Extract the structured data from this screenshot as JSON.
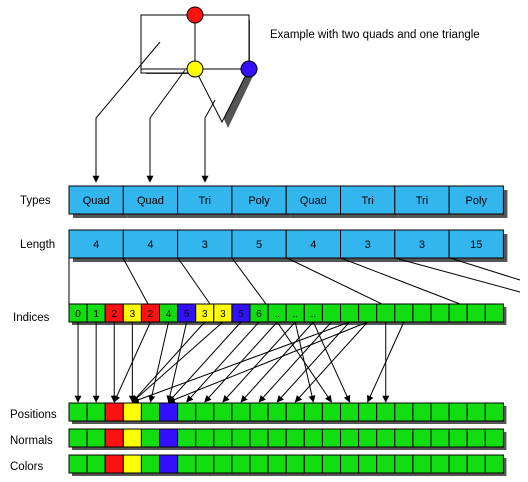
{
  "caption": "Example with two quads and one triangle",
  "labels": {
    "types": "Types",
    "length": "Length",
    "indices": "Indices",
    "positions": "Positions",
    "normals": "Normals",
    "colors": "Colors"
  },
  "types": [
    "Quad",
    "Quad",
    "Tri",
    "Poly",
    "Quad",
    "Tri",
    "Tri",
    "Poly"
  ],
  "lengths": [
    "4",
    "4",
    "3",
    "5",
    "4",
    "3",
    "3",
    "15"
  ],
  "indices": [
    {
      "text": "0",
      "color": "green"
    },
    {
      "text": "1",
      "color": "green"
    },
    {
      "text": "2",
      "color": "red"
    },
    {
      "text": "3",
      "color": "yellow"
    },
    {
      "text": "2",
      "color": "red"
    },
    {
      "text": "4",
      "color": "green"
    },
    {
      "text": "5",
      "color": "blue"
    },
    {
      "text": "3",
      "color": "yellow"
    },
    {
      "text": "3",
      "color": "yellow"
    },
    {
      "text": "5",
      "color": "blue"
    },
    {
      "text": "6",
      "color": "green"
    },
    {
      "text": "..",
      "color": "green"
    },
    {
      "text": "..",
      "color": "green"
    },
    {
      "text": "..",
      "color": "green"
    },
    {
      "text": "",
      "color": "green"
    },
    {
      "text": "",
      "color": "green"
    },
    {
      "text": "",
      "color": "green"
    },
    {
      "text": "",
      "color": "green"
    },
    {
      "text": "",
      "color": "green"
    },
    {
      "text": "",
      "color": "green"
    },
    {
      "text": "",
      "color": "green"
    },
    {
      "text": "",
      "color": "green"
    },
    {
      "text": "",
      "color": "green"
    },
    {
      "text": "",
      "color": "green"
    }
  ],
  "attribute_cells": [
    "green",
    "green",
    "red",
    "yellow",
    "green",
    "blue",
    "green",
    "green",
    "green",
    "green",
    "green",
    "green",
    "green",
    "green",
    "green",
    "green",
    "green",
    "green",
    "green",
    "green",
    "green",
    "green",
    "green",
    "green"
  ],
  "palette": {
    "blue_cell": "#33b5ee",
    "green": "#11dd11",
    "red": "#ff1111",
    "yellow": "#ffff00",
    "blue": "#3311ff",
    "shadow": "#555555"
  },
  "mesh_vertices": [
    {
      "color": "red"
    },
    {
      "color": "yellow"
    },
    {
      "color": "blue"
    }
  ]
}
